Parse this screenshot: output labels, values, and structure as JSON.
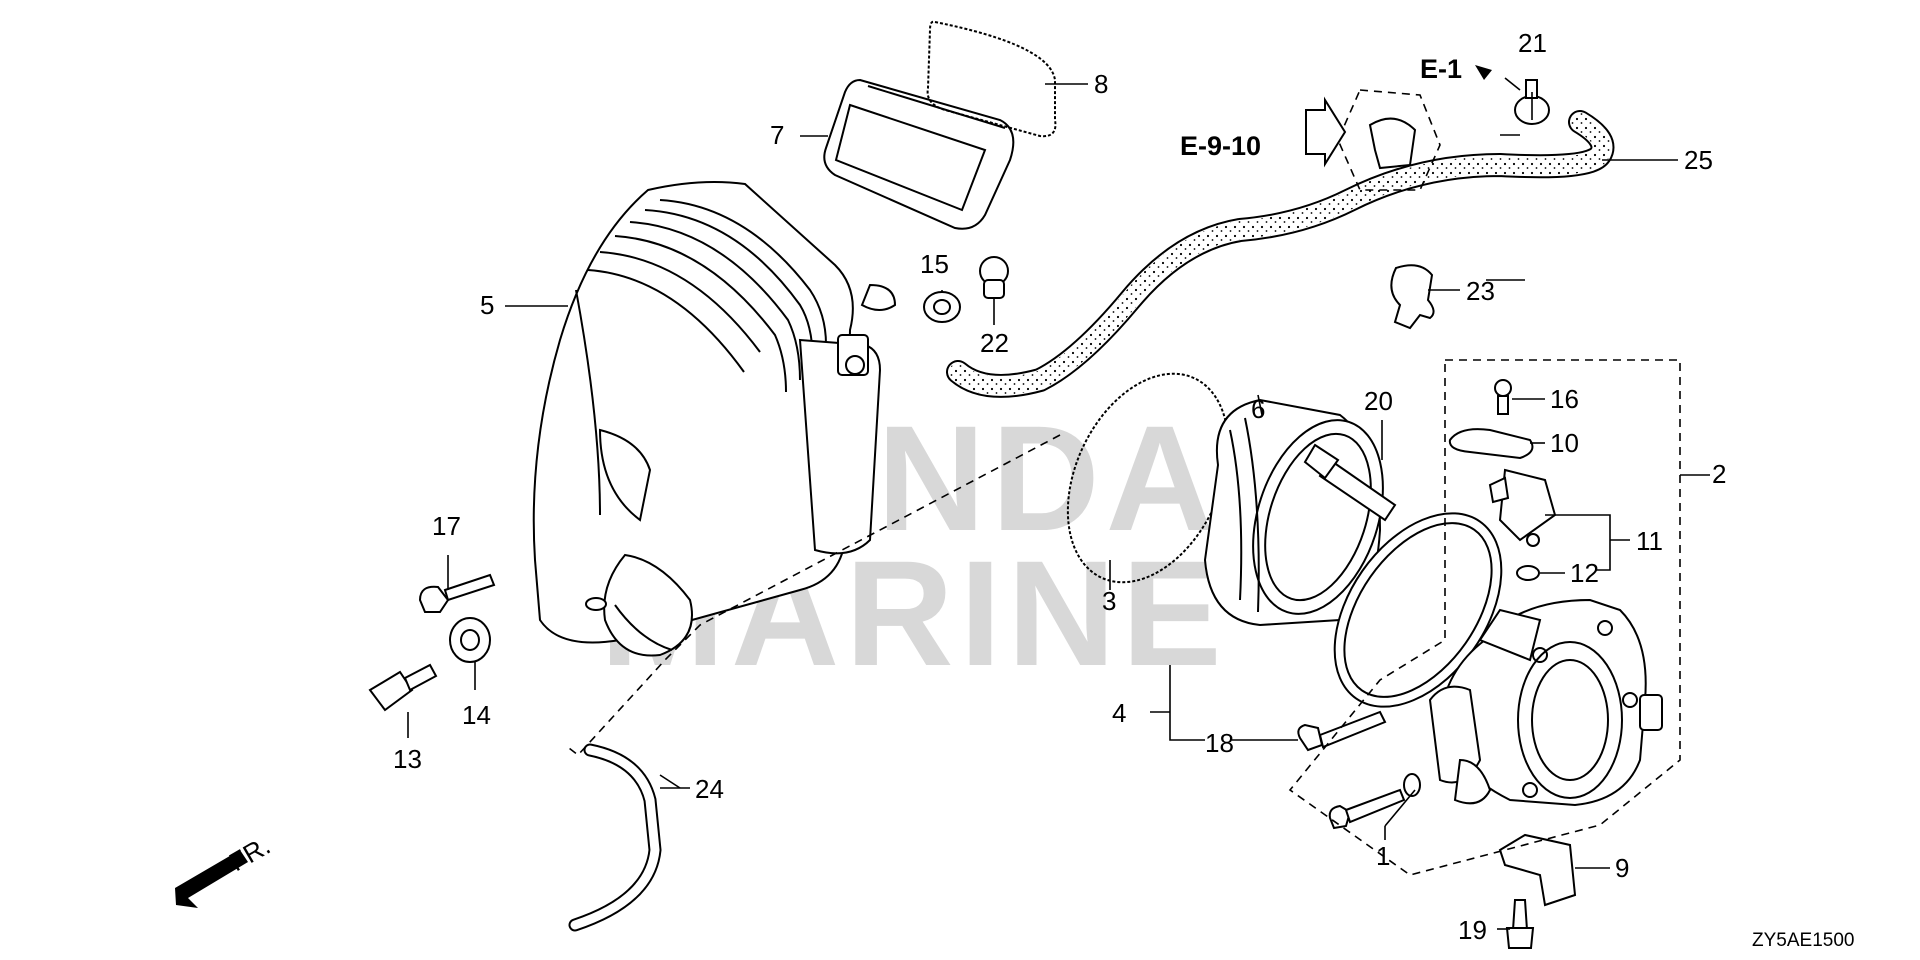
{
  "watermark": [
    "HONDA",
    "MARINE"
  ],
  "refs": {
    "e1": "E-1",
    "e910": "E-9-10"
  },
  "front_marker": "FR.",
  "diagram_code": "ZY5AE1500",
  "callouts": {
    "c1": "1",
    "c2": "2",
    "c3": "3",
    "c4": "4",
    "c5": "5",
    "c6": "6",
    "c7": "7",
    "c8": "8",
    "c9": "9",
    "c10": "10",
    "c11": "11",
    "c12": "12",
    "c13": "13",
    "c14": "14",
    "c15": "15",
    "c16": "16",
    "c17": "17",
    "c18": "18",
    "c19": "19",
    "c20": "20",
    "c21": "21",
    "c22": "22",
    "c23": "23",
    "c24": "24",
    "c25": "25"
  }
}
